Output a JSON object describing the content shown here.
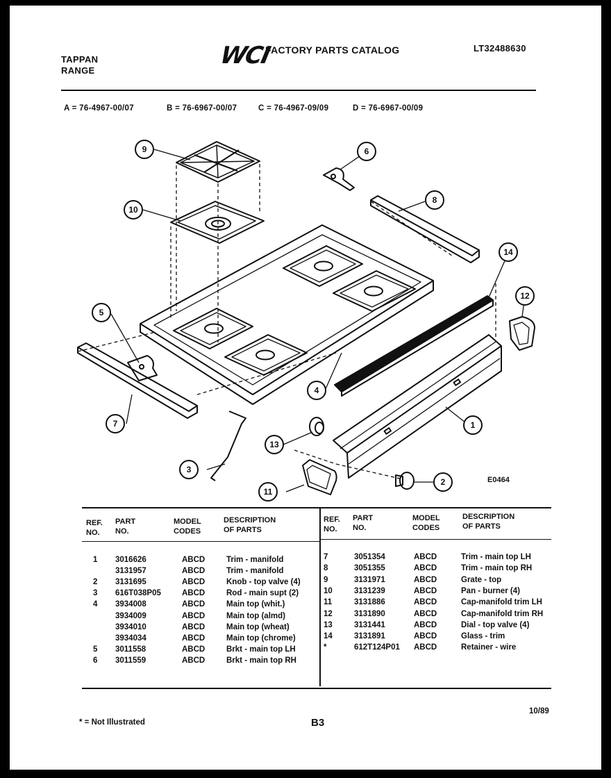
{
  "header": {
    "brand_line1": "TAPPAN",
    "brand_line2": "RANGE",
    "logo": "WCI",
    "catalog_title": "FACTORY PARTS CATALOG",
    "model_number": "LT32488630"
  },
  "model_codes": [
    "A = 76-4967-00/07",
    "B = 76-6967-00/07",
    "C = 76-4967-09/09",
    "D = 76-6967-00/09"
  ],
  "diagram": {
    "code": "E0464",
    "callouts": [
      "1",
      "2",
      "3",
      "4",
      "5",
      "6",
      "7",
      "8",
      "9",
      "10",
      "11",
      "12",
      "13",
      "14"
    ]
  },
  "table": {
    "headers": {
      "ref": [
        "REF.",
        "NO."
      ],
      "part": [
        "PART",
        "NO."
      ],
      "model": [
        "MODEL",
        "CODES"
      ],
      "desc": [
        "DESCRIPTION",
        "OF PARTS"
      ]
    },
    "left_rows": [
      {
        "ref": "1",
        "part": "3016626",
        "model": "ABCD",
        "desc": "Trim - manifold"
      },
      {
        "ref": "",
        "part": "3131957",
        "model": "ABCD",
        "desc": "Trim - manifold"
      },
      {
        "ref": "2",
        "part": "3131695",
        "model": "ABCD",
        "desc": "Knob - top valve (4)"
      },
      {
        "ref": "3",
        "part": "616T038P05",
        "model": "ABCD",
        "desc": "Rod - main supt (2)"
      },
      {
        "ref": "4",
        "part": "3934008",
        "model": "ABCD",
        "desc": "Main top (whit.)"
      },
      {
        "ref": "",
        "part": "3934009",
        "model": "ABCD",
        "desc": "Main top (almd)"
      },
      {
        "ref": "",
        "part": "3934010",
        "model": "ABCD",
        "desc": "Main top (wheat)"
      },
      {
        "ref": "",
        "part": "3934034",
        "model": "ABCD",
        "desc": "Main top (chrome)"
      },
      {
        "ref": "5",
        "part": "3011558",
        "model": "ABCD",
        "desc": "Brkt - main top LH"
      },
      {
        "ref": "6",
        "part": "3011559",
        "model": "ABCD",
        "desc": "Brkt - main top RH"
      }
    ],
    "right_rows": [
      {
        "ref": "7",
        "part": "3051354",
        "model": "ABCD",
        "desc": "Trim - main top LH"
      },
      {
        "ref": "8",
        "part": "3051355",
        "model": "ABCD",
        "desc": "Trim - main top RH"
      },
      {
        "ref": "9",
        "part": "3131971",
        "model": "ABCD",
        "desc": "Grate - top"
      },
      {
        "ref": "10",
        "part": "3131239",
        "model": "ABCD",
        "desc": "Pan - burner (4)"
      },
      {
        "ref": "11",
        "part": "3131886",
        "model": "ABCD",
        "desc": "Cap-manifold trim LH"
      },
      {
        "ref": "12",
        "part": "3131890",
        "model": "ABCD",
        "desc": "Cap-manifold trim RH"
      },
      {
        "ref": "13",
        "part": "3131441",
        "model": "ABCD",
        "desc": "Dial - top valve (4)"
      },
      {
        "ref": "14",
        "part": "3131891",
        "model": "ABCD",
        "desc": "Glass - trim"
      },
      {
        "ref": "*",
        "part": "612T124P01",
        "model": "ABCD",
        "desc": "Retainer - wire"
      }
    ]
  },
  "footer": {
    "note": "* = Not Illustrated",
    "page": "B3",
    "date": "10/89"
  }
}
